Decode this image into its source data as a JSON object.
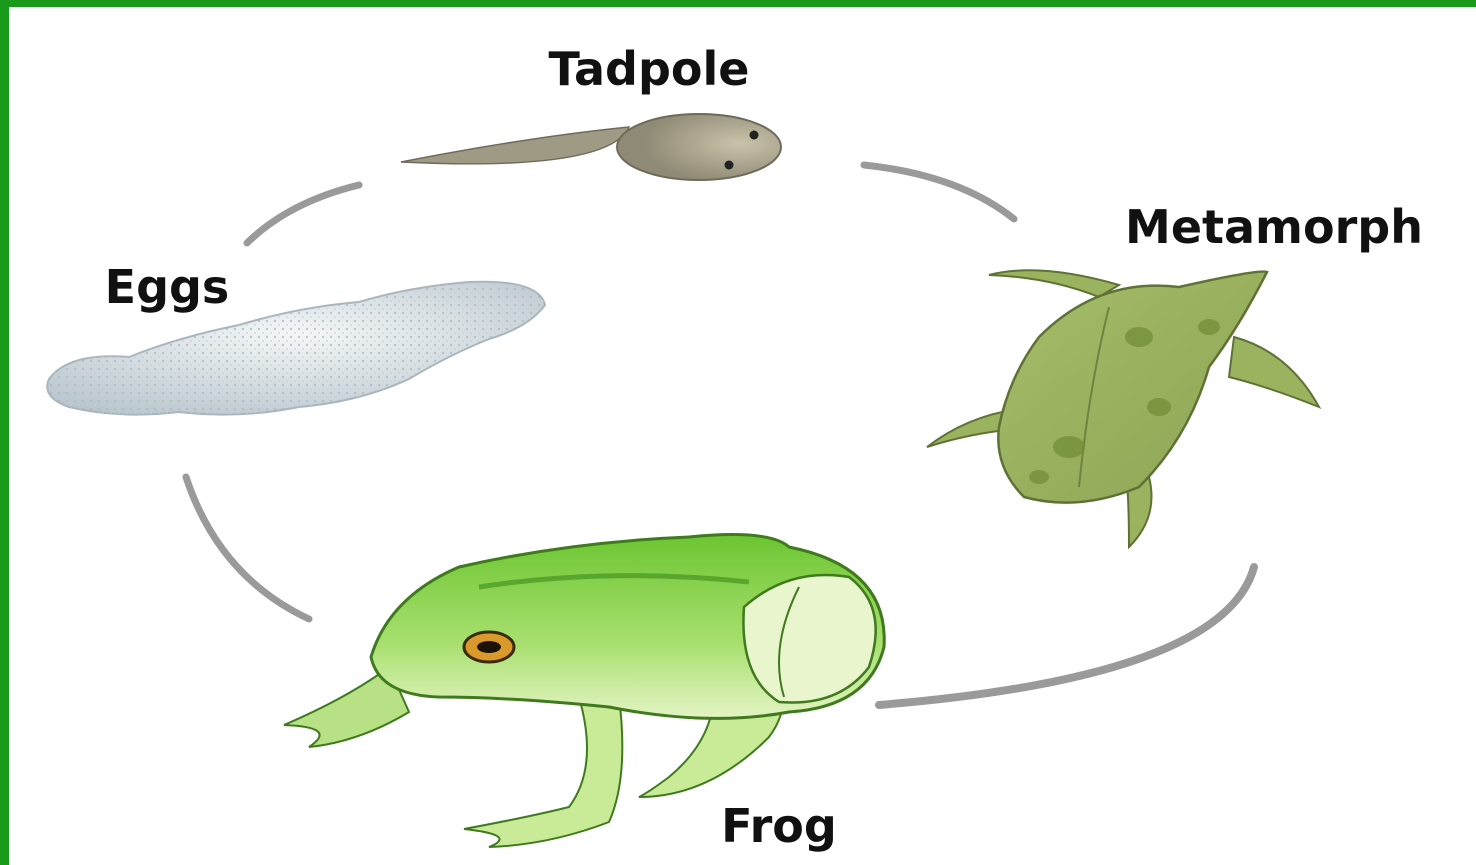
{
  "diagram": {
    "stages": {
      "tadpole": {
        "label": "Tadpole"
      },
      "metamorph": {
        "label": "Metamorph"
      },
      "frog": {
        "label": "Frog"
      },
      "eggs": {
        "label": "Eggs"
      }
    },
    "colors": {
      "frame_border": "#1a9a1a",
      "cycle_arrow": "#8f8f8f",
      "tadpole_body": "#b3ac93",
      "metamorph_body": "#95ad5a",
      "frog_body": "#8fd54c",
      "eggs_fill": "#d9e3e8"
    }
  }
}
